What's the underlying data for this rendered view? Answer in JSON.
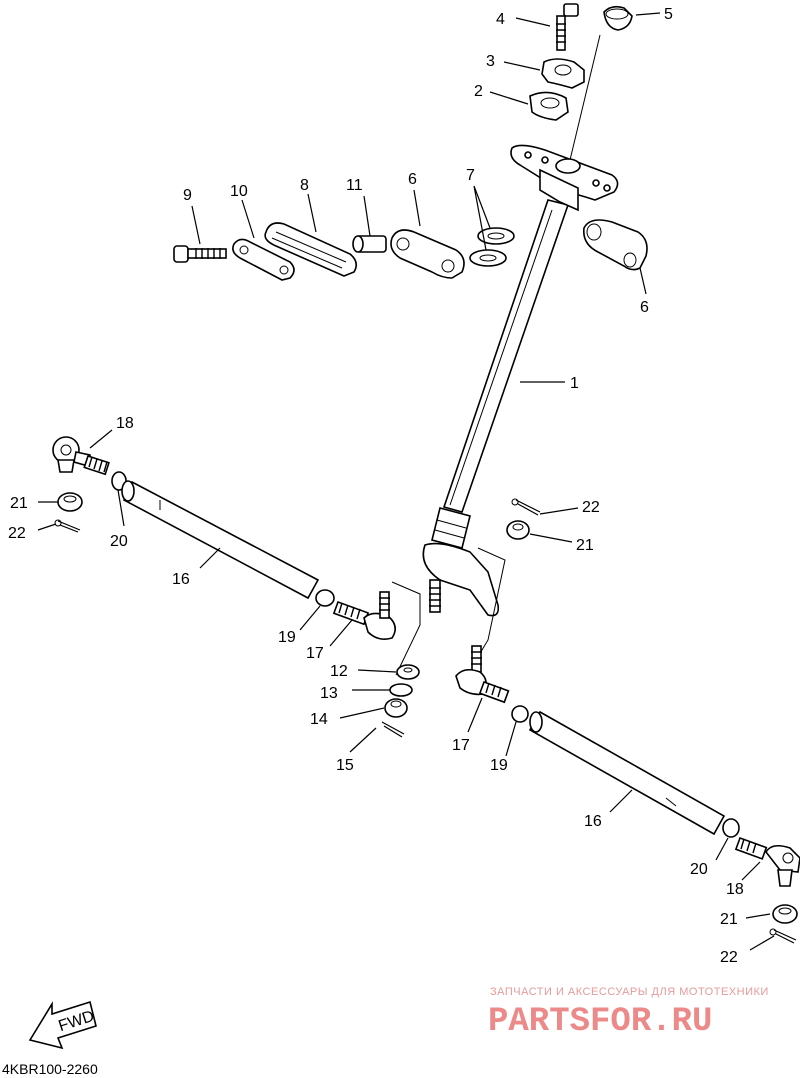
{
  "diagram": {
    "code": "4KBR100-2260",
    "fwd_label": "FWD",
    "watermark_caption": "ЗАПЧАСТИ И АКСЕССУАРЫ ДЛЯ МОТОТЕХНИКИ",
    "watermark_logo": "PARTSFOR.RU",
    "callouts": {
      "c1": "1",
      "c2": "2",
      "c3": "3",
      "c4": "4",
      "c5": "5",
      "c6a": "6",
      "c6b": "6",
      "c7": "7",
      "c8": "8",
      "c9": "9",
      "c10": "10",
      "c11": "11",
      "c12": "12",
      "c13": "13",
      "c14": "14",
      "c15": "15",
      "c16a": "16",
      "c16b": "16",
      "c17a": "17",
      "c17b": "17",
      "c18a": "18",
      "c18b": "18",
      "c19a": "19",
      "c19b": "19",
      "c20a": "20",
      "c20b": "20",
      "c21a": "21",
      "c21b": "21",
      "c21c": "21",
      "c22a": "22",
      "c22b": "22",
      "c22c": "22"
    }
  }
}
